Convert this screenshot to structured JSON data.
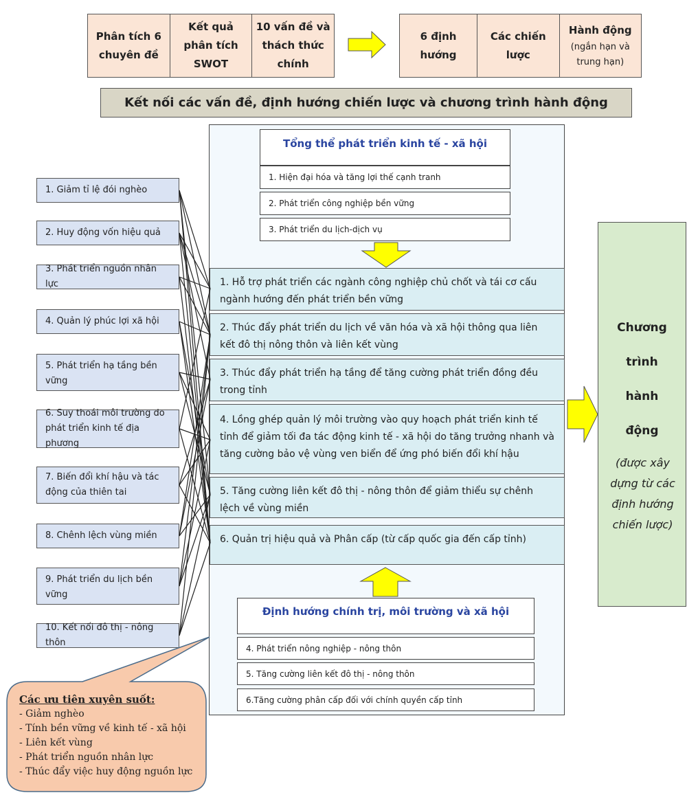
{
  "top_left": [
    {
      "label": "Phân tích 6 chuyên đề"
    },
    {
      "label": "Kết quả phân tích SWOT"
    },
    {
      "label": "10 vấn đề và thách thức chính"
    }
  ],
  "top_right": [
    {
      "label": "6 định hướng"
    },
    {
      "label": "Các chiến lược"
    },
    {
      "label": "Hành động",
      "sub": "(ngắn hạn và trung hạn)"
    }
  ],
  "banner": "Kết nối các vấn đề, định hướng chiến lược và chương trình  hành động",
  "overall": {
    "title": "Tổng thể phát triển kinh tế - xã hội",
    "items": [
      "1. Hiện đại hóa và tăng lợi thế cạnh tranh",
      "2. Phát triển công nghiệp bền vững",
      "3. Phát triển du lịch-dịch vụ"
    ]
  },
  "issues": [
    "1. Giảm tỉ lệ đói nghèo",
    "2. Huy động vốn hiệu quả",
    "3. Phát triển nguồn nhân lực",
    "4. Quản lý phúc lợi xã hội",
    "5. Phát triển hạ tầng bền vững",
    "6. Suy thoái môi trường do phát triển kinh tế địa phương",
    "7. Biến đổi khí hậu và tác động của thiên tai",
    "8. Chênh lệch vùng miền",
    "9. Phát triển du lịch bền vững",
    "10. Kết nối đô thị - nông thôn"
  ],
  "orientations": [
    "1. Hỗ trợ phát triển các ngành công nghiệp chủ chốt và tái cơ cấu ngành hướng đến phát triển bền vững",
    "2. Thúc đẩy phát triển du lịch về văn hóa và xã hội thông qua liên kết đô thị nông thôn và liên kết vùng",
    "3. Thúc đẩy phát triển hạ tầng để tăng cường phát triển đồng đều trong tỉnh",
    "4. Lồng ghép quản lý môi trường vào quy hoạch phát triển kinh tế tỉnh để giảm tối đa tác động kinh tế - xã hội do tăng trưởng nhanh và tăng cường bảo vệ vùng ven biển để ứng phó biến đổi khí hậu",
    "5. Tăng cường liên kết đô thị - nông thôn để giảm thiểu sự chênh lệch về vùng miền",
    "6. Quản trị hiệu quả và Phân cấp (từ cấp quốc gia đến cấp tỉnh)"
  ],
  "political": {
    "title": "Định hướng chính trị, môi trường và xã hội",
    "items": [
      "4. Phát triển nông nghiệp - nông thôn",
      "5. Tăng cường liên kết đô thị -  nông thôn",
      "6.Tăng cường phân cấp đối với chính quyền cấp tỉnh"
    ]
  },
  "program": {
    "title_lines": [
      "Chương",
      "trình",
      "hành",
      "động"
    ],
    "note": "(được xây dựng từ các định hướng chiến lược)"
  },
  "callout": {
    "title": "Các ưu tiên xuyên suốt:",
    "items": [
      "- Giảm nghèo",
      "- Tính bền vững về kinh tế - xã hội",
      "- Liên kết vùng",
      "- Phát triển nguồn nhân lực",
      "- Thúc đẩy việc huy động nguồn lực"
    ]
  },
  "colors": {
    "top_box": "#fbe5d6",
    "banner": "#d9d6c6",
    "issue_box": "#dae3f3",
    "orientation_box": "#daeef3",
    "program_box": "#d8ebcd",
    "callout": "#f8caac",
    "arrow": "#ffff00",
    "header_text": "#2a45a0"
  }
}
